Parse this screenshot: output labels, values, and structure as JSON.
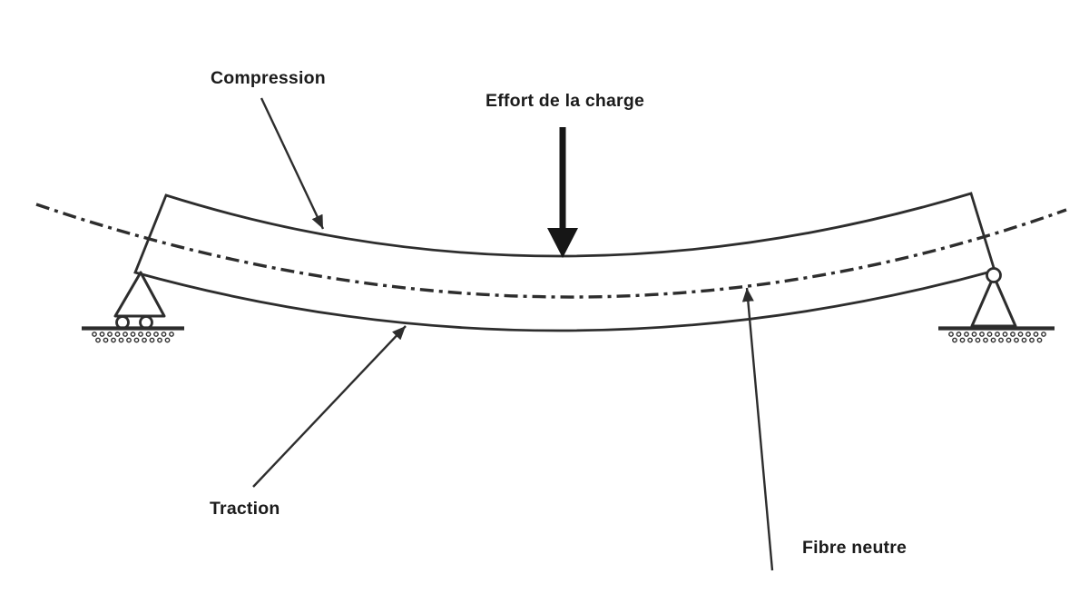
{
  "figure": {
    "labels": {
      "compression": "Compression",
      "load": "Effort de la charge",
      "traction": "Traction",
      "neutral_fiber": "Fibre neutre"
    },
    "colors": {
      "line": "#2d2d2d",
      "text": "#1b1b1b",
      "background": "#ffffff",
      "load_arrow": "#161616"
    }
  }
}
